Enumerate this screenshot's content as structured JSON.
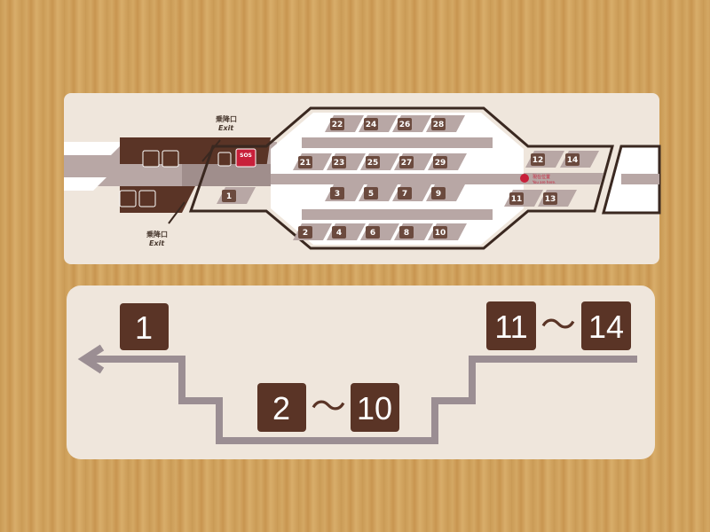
{
  "top_sign": {
    "exit_top": {
      "jp": "乗降口",
      "en": "Exit"
    },
    "exit_bottom": {
      "jp": "乗降口",
      "en": "Exit"
    },
    "sos_label": "SOS",
    "you_are_here": {
      "jp": "現在位置",
      "en": "You are here."
    },
    "icons": [
      "restroom-icon",
      "baby-changing-icon",
      "wheelchair-space-icon",
      "sos-phone-icon",
      "current-location-icon"
    ],
    "seats": [
      {
        "label": "22"
      },
      {
        "label": "24"
      },
      {
        "label": "26"
      },
      {
        "label": "28"
      },
      {
        "label": "21"
      },
      {
        "label": "23"
      },
      {
        "label": "25"
      },
      {
        "label": "27"
      },
      {
        "label": "29"
      },
      {
        "label": "1"
      },
      {
        "label": "3"
      },
      {
        "label": "5"
      },
      {
        "label": "7"
      },
      {
        "label": "9"
      },
      {
        "label": "2"
      },
      {
        "label": "4"
      },
      {
        "label": "6"
      },
      {
        "label": "8"
      },
      {
        "label": "10"
      },
      {
        "label": "12"
      },
      {
        "label": "14"
      },
      {
        "label": "11"
      },
      {
        "label": "13"
      }
    ]
  },
  "bottom_sign": {
    "left": {
      "label": "1"
    },
    "middle": {
      "from": "2",
      "sep": "～",
      "to": "10"
    },
    "right": {
      "from": "11",
      "sep": "～",
      "to": "14"
    }
  },
  "colors": {
    "brown": "#5a3426",
    "grey": "#9b8e93",
    "panel": "#efe6dc",
    "sos": "#c8203a"
  }
}
